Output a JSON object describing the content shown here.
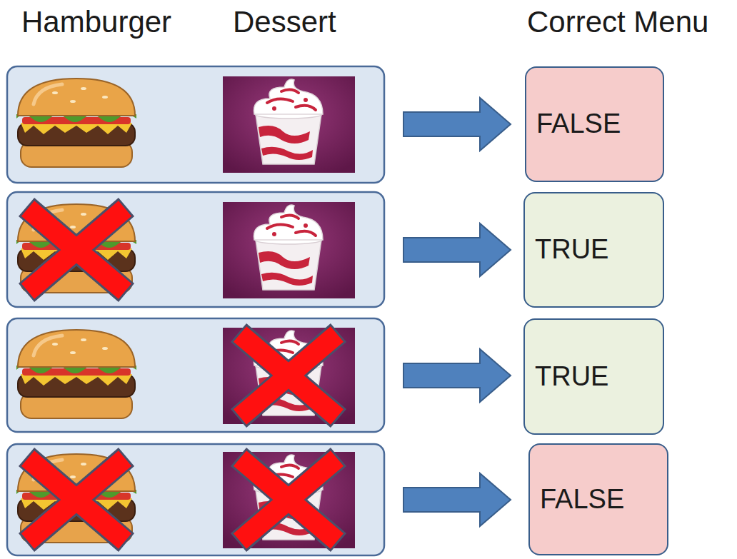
{
  "diagram": {
    "nodes": [
      {
        "text": [
          "FALSE"
        ]
      },
      {
        "text": [
          "TRUE"
        ]
      },
      {
        "text": [
          "TRUE"
        ]
      },
      {
        "text": [
          "FALSE"
        ]
      }
    ],
    "labels": [
      "Hamburger",
      "Dessert",
      "Correct Menu"
    ]
  }
}
